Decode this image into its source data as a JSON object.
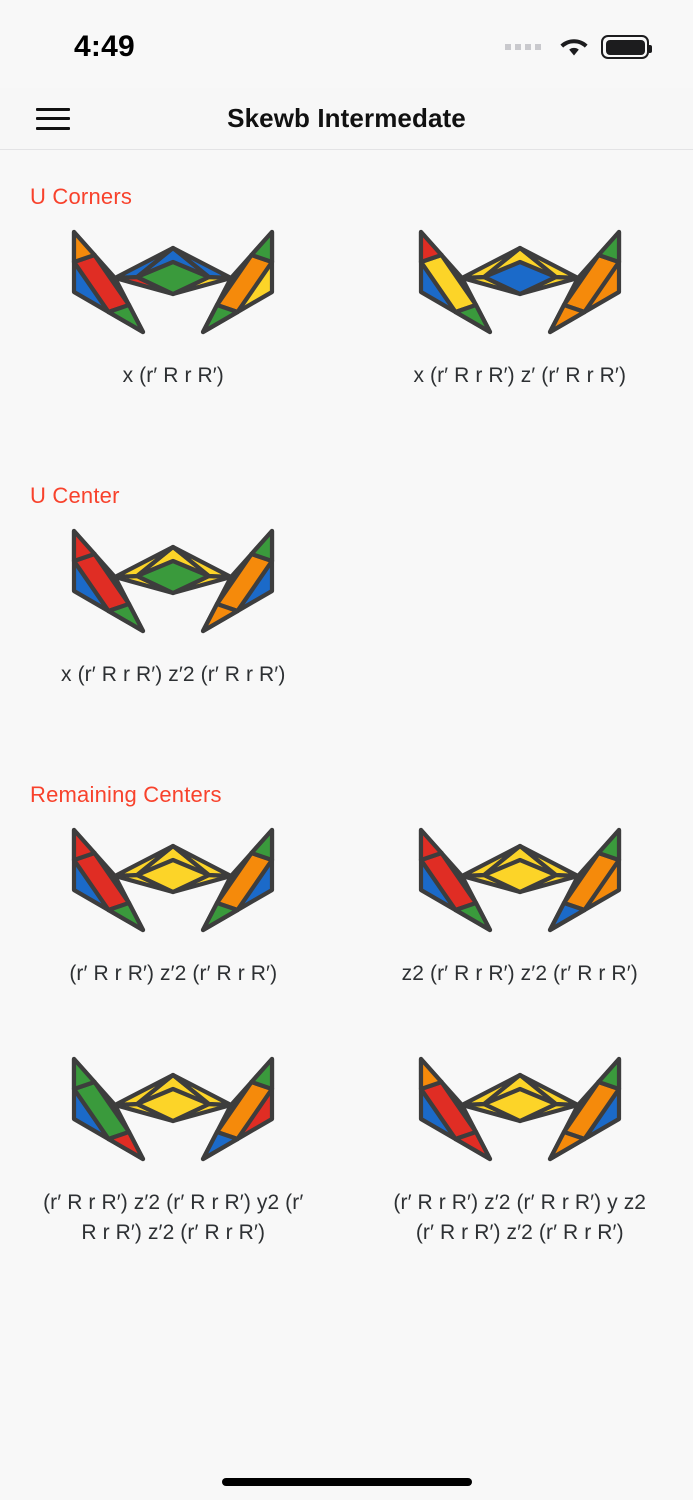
{
  "status_bar": {
    "time": "4:49",
    "signal_icon": "signal-dots-icon",
    "wifi_icon": "wifi-icon",
    "battery_icon": "battery-icon",
    "battery_level": 100
  },
  "nav": {
    "menu_icon": "hamburger-menu-icon",
    "title": "Skewb Intermedate"
  },
  "colors": {
    "accent": "#f8422c",
    "background": "#f8f8f8",
    "text": "#2d3033",
    "cube_outline": "#3d3d3d",
    "yellow": "#fcd428",
    "red": "#e02d24",
    "blue": "#1b6ac9",
    "green": "#3a9a3c",
    "orange": "#f58a0b"
  },
  "sections": [
    {
      "id": "u-corners",
      "title": "U Corners",
      "cases": [
        {
          "alg": "x (r′ R r R′)",
          "stickers": {
            "top": [
              "green",
              "blue",
              "red",
              "yellow",
              "green"
            ],
            "left": [
              "orange",
              "yellow",
              "blue",
              "blue",
              "red",
              "orange",
              "green"
            ],
            "right": [
              "yellow",
              "orange",
              "red",
              "yellow",
              "orange",
              "green",
              "green"
            ]
          }
        },
        {
          "alg": "x (r′ R r R′) z′ (r′ R r R′)",
          "stickers": {
            "top": [
              "blue",
              "yellow",
              "yellow",
              "yellow",
              "green"
            ],
            "left": [
              "blue",
              "red",
              "green",
              "blue",
              "yellow",
              "red",
              "green"
            ],
            "right": [
              "orange",
              "green",
              "red",
              "orange",
              "orange",
              "green",
              "orange"
            ]
          }
        }
      ]
    },
    {
      "id": "u-center",
      "title": "U Center",
      "cases": [
        {
          "alg": "x (r′ R r R′) z′2 (r′ R r R′)",
          "stickers": {
            "top": [
              "green",
              "yellow",
              "yellow",
              "yellow",
              "yellow"
            ],
            "left": [
              "blue",
              "yellow",
              "yellow",
              "blue",
              "red",
              "red",
              "green"
            ],
            "right": [
              "orange",
              "orange",
              "green",
              "blue",
              "orange",
              "green",
              "orange"
            ]
          }
        }
      ]
    },
    {
      "id": "remaining-centers",
      "title": "Remaining Centers",
      "cases": [
        {
          "alg": "(r′ R r R′) z′2 (r′ R r R′)",
          "stickers": {
            "top": [
              "yellow",
              "yellow",
              "yellow",
              "yellow",
              "yellow"
            ],
            "left": [
              "blue",
              "orange",
              "orange",
              "blue",
              "red",
              "red",
              "green"
            ],
            "right": [
              "orange",
              "green",
              "green",
              "blue",
              "orange",
              "green",
              "green"
            ]
          }
        },
        {
          "alg": "z2 (r′ R r R′) z′2 (r′ R r R′)",
          "stickers": {
            "top": [
              "yellow",
              "yellow",
              "yellow",
              "yellow",
              "yellow"
            ],
            "left": [
              "blue",
              "green",
              "green",
              "blue",
              "red",
              "red",
              "green"
            ],
            "right": [
              "orange",
              "blue",
              "green",
              "orange",
              "orange",
              "green",
              "blue"
            ]
          }
        },
        {
          "alg": "(r′ R r R′) z′2 (r′ R r R′) y2 (r′ R r R′) z′2 (r′ R r R′)",
          "stickers": {
            "top": [
              "yellow",
              "yellow",
              "yellow",
              "yellow",
              "yellow"
            ],
            "left": [
              "blue",
              "orange",
              "orange",
              "blue",
              "green",
              "green",
              "red"
            ],
            "right": [
              "orange",
              "blue",
              "green",
              "red",
              "orange",
              "green",
              "blue"
            ]
          }
        },
        {
          "alg": "(r′ R r R′) z′2 (r′ R r R′) y z2 (r′ R r R′) z′2 (r′ R r R′)",
          "stickers": {
            "top": [
              "yellow",
              "yellow",
              "yellow",
              "yellow",
              "yellow"
            ],
            "left": [
              "blue",
              "green",
              "green",
              "blue",
              "red",
              "orange",
              "red"
            ],
            "right": [
              "orange",
              "red",
              "green",
              "blue",
              "orange",
              "green",
              "orange"
            ]
          }
        }
      ]
    }
  ]
}
